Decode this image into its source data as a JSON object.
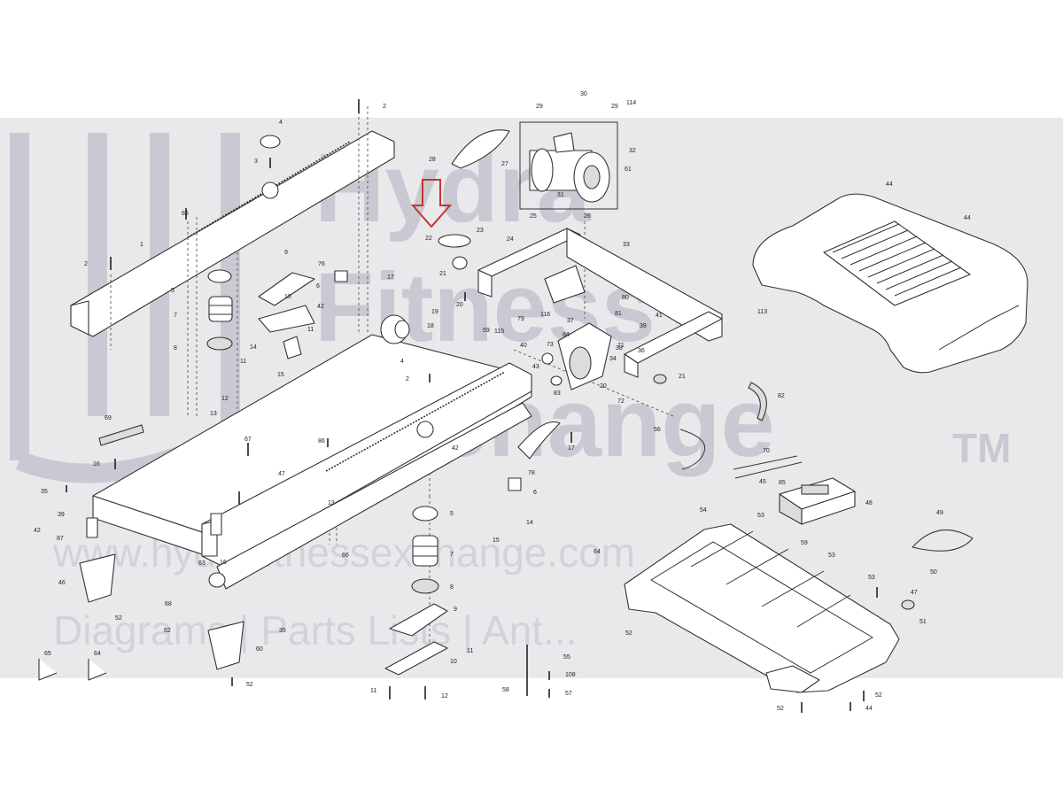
{
  "watermark": {
    "line1": "Hydra",
    "line2": "Fitness",
    "line3": "Exchange",
    "trademark": "TM",
    "url": "www.hydrafitnessexchange.com",
    "tagline": "Diagrams | Parts Lists | Ant..."
  },
  "colors": {
    "watermark_band": "#e9e9ec",
    "watermark_text": "#c9c9d3",
    "line_art": "#333333",
    "highlight_arrow": "#c0392b"
  },
  "callouts": {
    "c1": "1",
    "c2": "2",
    "c3": "3",
    "c4": "4",
    "c5": "5",
    "c6": "6",
    "c7": "7",
    "c8": "8",
    "c9": "9",
    "c10": "10",
    "c11": "11",
    "c12": "12",
    "c13": "13",
    "c14": "14",
    "c15": "15",
    "c16": "16",
    "c17": "17",
    "c18": "18",
    "c19": "19",
    "c20": "20",
    "c21": "21",
    "c22": "22",
    "c23": "23",
    "c24": "24",
    "c25": "25",
    "c26": "26",
    "c27": "27",
    "c28": "28",
    "c29": "29",
    "c30": "30",
    "c31": "31",
    "c32": "32",
    "c33": "33",
    "c34": "34",
    "c35": "35",
    "c36": "36",
    "c37": "37",
    "c38": "38",
    "c39": "39",
    "c40": "40",
    "c41": "41",
    "c42": "42",
    "c43": "43",
    "c44": "44",
    "c45": "45",
    "c46": "46",
    "c47": "47",
    "c48": "48",
    "c49": "49",
    "c50": "50",
    "c51": "51",
    "c52": "52",
    "c53": "53",
    "c54": "54",
    "c55": "55",
    "c56": "56",
    "c57": "57",
    "c58": "58",
    "c59": "59",
    "c60": "60",
    "c61": "61",
    "c62": "62",
    "c63": "63",
    "c64": "64",
    "c65": "65",
    "c66": "66",
    "c67": "67",
    "c68": "68",
    "c69": "69",
    "c70": "70",
    "c71": "71",
    "c72": "72",
    "c73": "73",
    "c76": "76",
    "c78": "78",
    "c79": "79",
    "c80": "80",
    "c81": "81",
    "c82": "82",
    "c83": "83",
    "c84": "84",
    "c85": "85",
    "c86": "86",
    "c87": "87",
    "c108": "108",
    "c113": "113",
    "c114": "114",
    "c115": "115",
    "c116": "116"
  }
}
